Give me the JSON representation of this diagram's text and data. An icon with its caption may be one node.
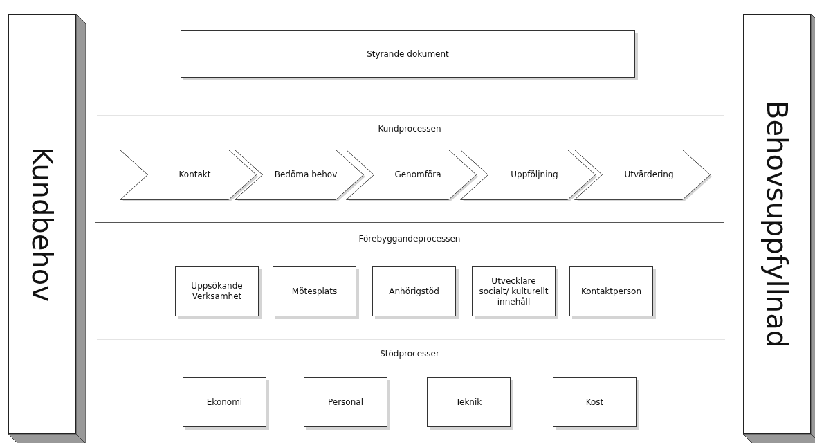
{
  "diagram": {
    "nodes": [
      {
        "text": [
          "Kundbehov"
        ]
      },
      {
        "text": [
          "Behovsuppfyllnad"
        ]
      },
      {
        "text": [
          "Styrande dokument"
        ]
      },
      {
        "text": [
          "Kontakt"
        ]
      },
      {
        "text": [
          "Bedöma behov"
        ]
      },
      {
        "text": [
          "Genomföra"
        ]
      },
      {
        "text": [
          "Uppföljning"
        ]
      },
      {
        "text": [
          "Utvärdering"
        ]
      },
      {
        "text": [
          "Uppsökande Verksamhet"
        ]
      },
      {
        "text": [
          "Mötesplats"
        ]
      },
      {
        "text": [
          "Anhörigstöd"
        ]
      },
      {
        "text": [
          "Utvecklare socialt/ kulturellt innehåll"
        ]
      },
      {
        "text": [
          "Kontaktperson"
        ]
      },
      {
        "text": [
          "Ekonomi"
        ]
      },
      {
        "text": [
          "Personal"
        ]
      },
      {
        "text": [
          "Teknik"
        ]
      },
      {
        "text": [
          "Kost"
        ]
      }
    ],
    "labels": [
      "Kundprocessen",
      "Förebyggandeprocessen",
      "Stödprocesser"
    ]
  }
}
